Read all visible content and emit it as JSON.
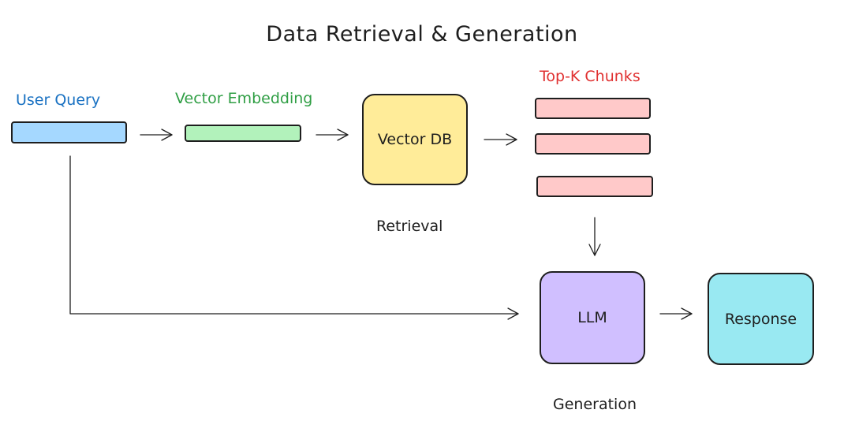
{
  "title": "Data Retrieval & Generation",
  "labels": {
    "user_query": "User Query",
    "vector_embedding": "Vector Embedding",
    "top_k_chunks": "Top-K Chunks",
    "retrieval": "Retrieval",
    "generation": "Generation"
  },
  "nodes": {
    "vector_db": "Vector DB",
    "llm": "LLM",
    "response": "Response"
  },
  "colors": {
    "ink": "#1e1e1e",
    "user_query": "#1971c2",
    "user_query_fill": "#a5d8ff",
    "vector_embedding": "#2f9e44",
    "vector_embedding_fill": "#b2f2bb",
    "top_k_chunks": "#e03131",
    "chunk_fill": "#ffc9c9",
    "vector_db_fill": "#ffec99",
    "llm_fill": "#d0bfff",
    "response_fill": "#99e9f2"
  }
}
